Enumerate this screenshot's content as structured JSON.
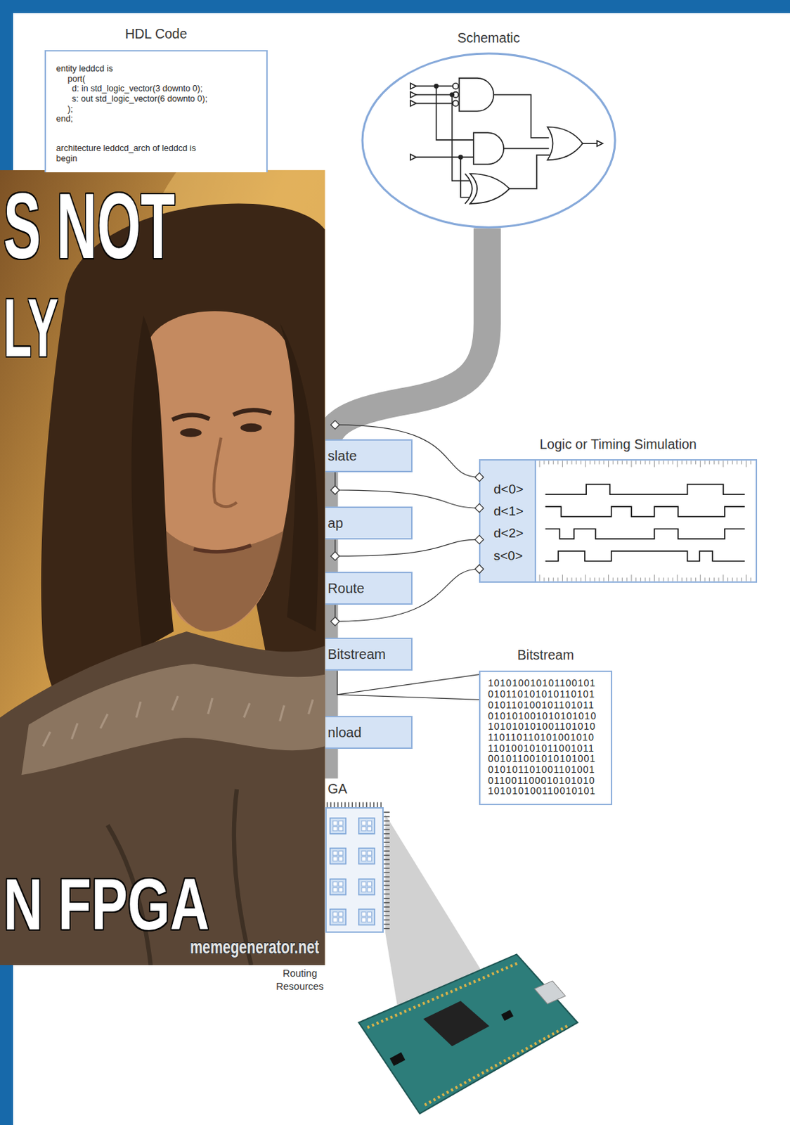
{
  "diagram": {
    "nodes": [
      {
        "text": [
          "HDL Code",
          "entity leddcd is",
          "port(",
          "d: in std_logic_vector(3 downto 0);",
          "s: out std_logic_vector(6 downto 0);",
          ");",
          "end;",
          "architecture leddcd_arch of leddcd is",
          "begin"
        ]
      },
      {
        "text": [
          "Schematic"
        ]
      },
      {
        "text": [
          "slate"
        ]
      },
      {
        "text": [
          "ap"
        ]
      },
      {
        "text": [
          "Route"
        ]
      },
      {
        "text": [
          "Bitstream"
        ]
      },
      {
        "text": [
          "nload"
        ]
      },
      {
        "text": [
          "Logic or Timing Simulation"
        ]
      },
      {
        "text": [
          "Bitstream",
          "101010010101100101 010110101010110101 010110100101101011 010101001010101010 101010101001101010 110110110101001010 110100101011001011 001011001010101001 010101101001101001 011001100010101010 101010100110010101"
        ]
      },
      {
        "text": [
          "GA"
        ]
      }
    ],
    "edges": [
      {
        "from": 2,
        "to": 7,
        "arrow": "none"
      },
      {
        "from": 3,
        "to": 7,
        "arrow": "none"
      },
      {
        "from": 4,
        "to": 7,
        "arrow": "none"
      },
      {
        "from": 5,
        "to": 8,
        "arrow": "none"
      }
    ],
    "labels": [
      "d<0>",
      "d<1>",
      "d<2>",
      "s<0>",
      "Routing Resources",
      "S NOT",
      "LY",
      "N FPGA",
      "memegenerator.net"
    ]
  }
}
